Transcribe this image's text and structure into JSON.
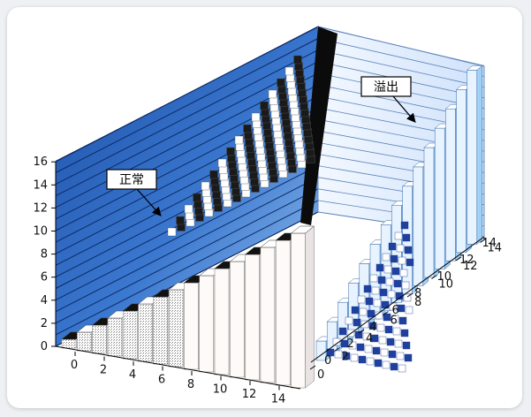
{
  "diagram": {
    "labels": {
      "normal": "正常",
      "overflow": "溢出"
    },
    "left_axis_ticks": [
      "0",
      "2",
      "4",
      "6",
      "8",
      "10",
      "12",
      "14",
      "16"
    ],
    "left_floor_ticks": [
      "0",
      "2",
      "4",
      "6",
      "8",
      "10",
      "12",
      "14"
    ],
    "right_floor_ticks_near": [
      "0",
      "2",
      "4",
      "6",
      "8",
      "10",
      "12",
      "14"
    ],
    "right_floor_ticks_far": [
      "0",
      "2",
      "4",
      "6",
      "8",
      "10",
      "12",
      "14"
    ],
    "colors": {
      "wall_blue": "#2a5fb8",
      "wall_light": "#7fb0ea",
      "right_wall": "#dcecff",
      "dark": "#111111",
      "bar_face": "#fdfaf8",
      "bar_side": "#e9e3e3",
      "blue_top": "#2040a0",
      "blue_side": "#9fd0f5"
    }
  }
}
